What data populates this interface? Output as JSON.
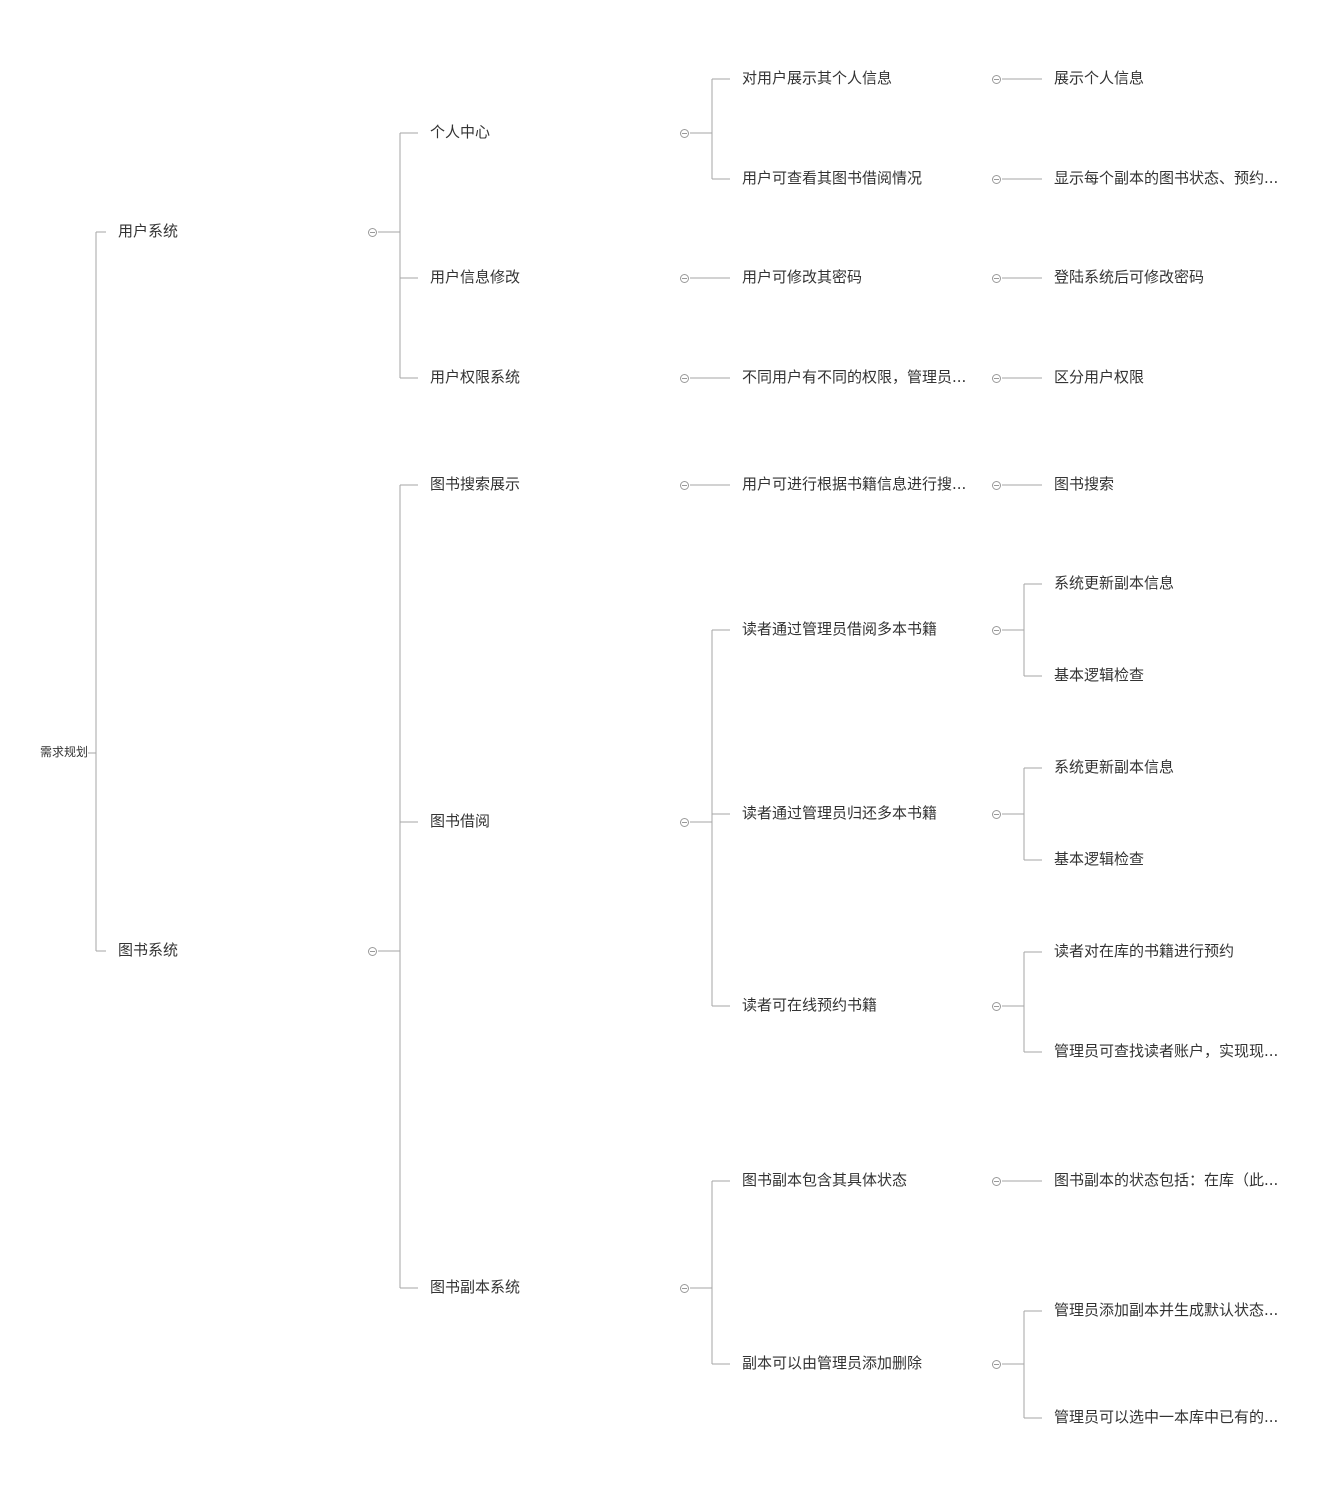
{
  "colors": {
    "line": "#a6a6a6",
    "text": "#333333",
    "toggle": "#9a9a9a"
  },
  "root": {
    "label": "需求规划",
    "children": [
      {
        "label": "用户系统",
        "children": [
          {
            "label": "个人中心",
            "children": [
              {
                "label": "对用户展示其个人信息",
                "children": [
                  {
                    "label": "展示个人信息"
                  }
                ]
              },
              {
                "label": "用户可查看其图书借阅情况",
                "children": [
                  {
                    "label": "显示每个副本的图书状态、预约..."
                  }
                ]
              }
            ]
          },
          {
            "label": "用户信息修改",
            "children": [
              {
                "label": "用户可修改其密码",
                "children": [
                  {
                    "label": "登陆系统后可修改密码"
                  }
                ]
              }
            ]
          },
          {
            "label": "用户权限系统",
            "children": [
              {
                "label": "不同用户有不同的权限，管理员...",
                "children": [
                  {
                    "label": "区分用户权限"
                  }
                ]
              }
            ]
          }
        ]
      },
      {
        "label": "图书系统",
        "children": [
          {
            "label": "图书搜索展示",
            "children": [
              {
                "label": "用户可进行根据书籍信息进行搜...",
                "children": [
                  {
                    "label": "图书搜索"
                  }
                ]
              }
            ]
          },
          {
            "label": "图书借阅",
            "children": [
              {
                "label": "读者通过管理员借阅多本书籍",
                "children": [
                  {
                    "label": "系统更新副本信息"
                  },
                  {
                    "label": "基本逻辑检查"
                  }
                ]
              },
              {
                "label": "读者通过管理员归还多本书籍",
                "children": [
                  {
                    "label": "系统更新副本信息"
                  },
                  {
                    "label": "基本逻辑检查"
                  }
                ]
              },
              {
                "label": "读者可在线预约书籍",
                "children": [
                  {
                    "label": "读者对在库的书籍进行预约"
                  },
                  {
                    "label": "管理员可查找读者账户，实现现..."
                  }
                ]
              }
            ]
          },
          {
            "label": "图书副本系统",
            "children": [
              {
                "label": "图书副本包含其具体状态",
                "children": [
                  {
                    "label": "图书副本的状态包括：在库（此..."
                  }
                ]
              },
              {
                "label": "副本可以由管理员添加删除",
                "children": [
                  {
                    "label": "管理员添加副本并生成默认状态..."
                  },
                  {
                    "label": "管理员可以选中一本库中已有的..."
                  }
                ]
              }
            ]
          }
        ]
      }
    ]
  }
}
